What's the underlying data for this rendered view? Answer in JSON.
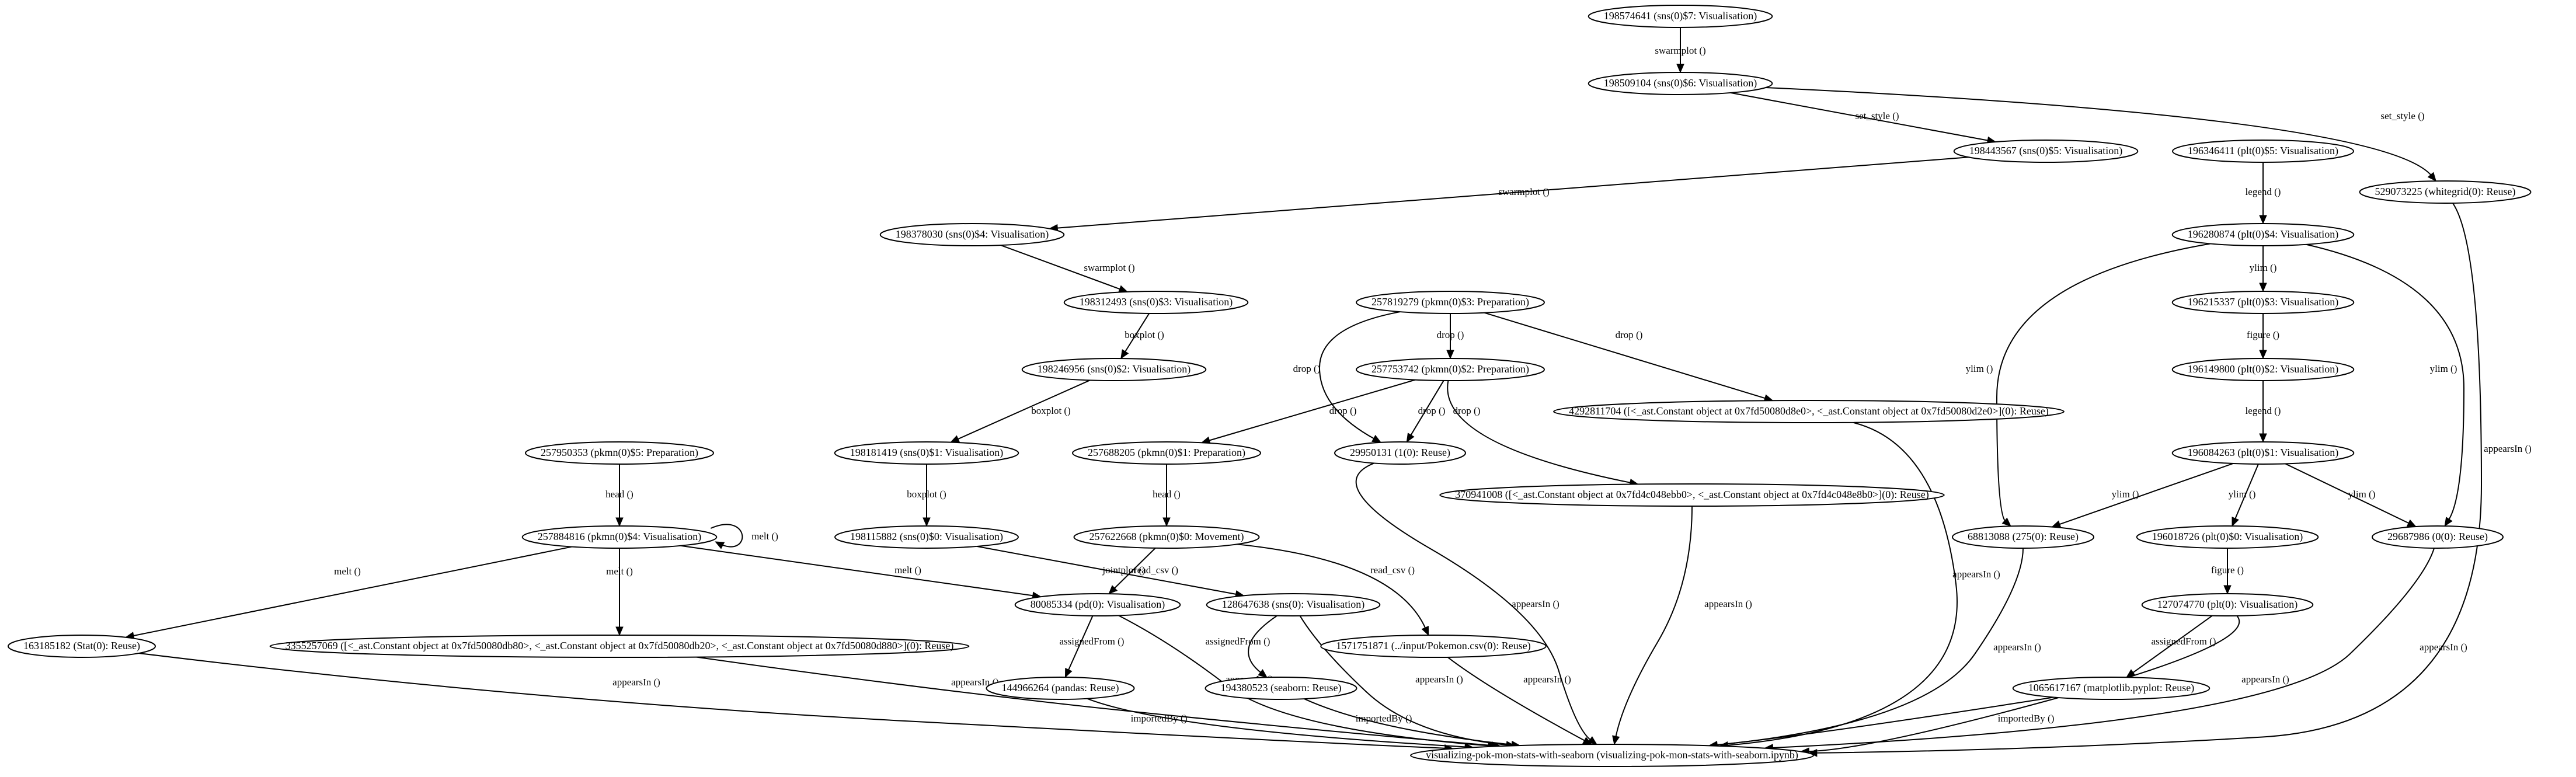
{
  "graph": {
    "nodes": [
      {
        "id": "n0",
        "label": "198574641 (sns(0)$7: Visualisation)"
      },
      {
        "id": "n1",
        "label": "198509104 (sns(0)$6: Visualisation)"
      },
      {
        "id": "n2",
        "label": "198443567 (sns(0)$5: Visualisation)"
      },
      {
        "id": "n3",
        "label": "196346411 (plt(0)$5: Visualisation)"
      },
      {
        "id": "n4",
        "label": "529073225 (whitegrid(0): Reuse)"
      },
      {
        "id": "n5",
        "label": "198378030 (sns(0)$4: Visualisation)"
      },
      {
        "id": "n6",
        "label": "196280874 (plt(0)$4: Visualisation)"
      },
      {
        "id": "n7",
        "label": "198312493 (sns(0)$3: Visualisation)"
      },
      {
        "id": "n8",
        "label": "257819279 (pkmn(0)$3: Preparation)"
      },
      {
        "id": "n9",
        "label": "196215337 (plt(0)$3: Visualisation)"
      },
      {
        "id": "n10",
        "label": "198246956 (sns(0)$2: Visualisation)"
      },
      {
        "id": "n11",
        "label": "257753742 (pkmn(0)$2: Preparation)"
      },
      {
        "id": "n12",
        "label": "196149800 (plt(0)$2: Visualisation)"
      },
      {
        "id": "n13",
        "label": "4292811704 ([<_ast.Constant object at 0x7fd50080d8e0>, <_ast.Constant object at 0x7fd50080d2e0>](0): Reuse)"
      },
      {
        "id": "n14",
        "label": "257950353 (pkmn(0)$5: Preparation)"
      },
      {
        "id": "n15",
        "label": "198181419 (sns(0)$1: Visualisation)"
      },
      {
        "id": "n16",
        "label": "257688205 (pkmn(0)$1: Preparation)"
      },
      {
        "id": "n17",
        "label": "29950131 (1(0): Reuse)"
      },
      {
        "id": "n18",
        "label": "196084263 (plt(0)$1: Visualisation)"
      },
      {
        "id": "n19",
        "label": "370941008 ([<_ast.Constant object at 0x7fd4c048ebb0>, <_ast.Constant object at 0x7fd4c048e8b0>](0): Reuse)"
      },
      {
        "id": "n20",
        "label": "257884816 (pkmn(0)$4: Visualisation)"
      },
      {
        "id": "n21",
        "label": "198115882 (sns(0)$0: Visualisation)"
      },
      {
        "id": "n22",
        "label": "257622668 (pkmn(0)$0: Movement)"
      },
      {
        "id": "n23",
        "label": "68813088 (275(0): Reuse)"
      },
      {
        "id": "n24",
        "label": "196018726 (plt(0)$0: Visualisation)"
      },
      {
        "id": "n25",
        "label": "29687986 (0(0): Reuse)"
      },
      {
        "id": "n26",
        "label": "80085334 (pd(0): Visualisation)"
      },
      {
        "id": "n27",
        "label": "128647638 (sns(0): Visualisation)"
      },
      {
        "id": "n28",
        "label": "127074770 (plt(0): Visualisation)"
      },
      {
        "id": "n29",
        "label": "163185182 (Stat(0): Reuse)"
      },
      {
        "id": "n30",
        "label": "3355257069 ([<_ast.Constant object at 0x7fd50080db80>, <_ast.Constant object at 0x7fd50080db20>, <_ast.Constant object at 0x7fd50080d880>](0): Reuse)"
      },
      {
        "id": "n31",
        "label": "1571751871 (../input/Pokemon.csv(0): Reuse)"
      },
      {
        "id": "n32",
        "label": "144966264 (pandas: Reuse)"
      },
      {
        "id": "n33",
        "label": "194380523 (seaborn: Reuse)"
      },
      {
        "id": "n34",
        "label": "1065617167 (matplotlib.pyplot: Reuse)"
      },
      {
        "id": "n35",
        "label": "visualizing-pok-mon-stats-with-seaborn (visualizing-pok-mon-stats-with-seaborn.ipynb)"
      }
    ],
    "edges": [
      {
        "id": "e0",
        "label": "swarmplot ()"
      },
      {
        "id": "e1",
        "label": "set_style ()"
      },
      {
        "id": "e2",
        "label": "set_style ()"
      },
      {
        "id": "e3",
        "label": "swarmplot ()"
      },
      {
        "id": "e4",
        "label": "legend ()"
      },
      {
        "id": "e5",
        "label": "appearsIn ()"
      },
      {
        "id": "e6",
        "label": "swarmplot ()"
      },
      {
        "id": "e7",
        "label": "ylim ()"
      },
      {
        "id": "e8",
        "label": "ylim ()"
      },
      {
        "id": "e9",
        "label": "ylim ()"
      },
      {
        "id": "e10",
        "label": "boxplot ()"
      },
      {
        "id": "e11",
        "label": "drop ()"
      },
      {
        "id": "e12",
        "label": "drop ()"
      },
      {
        "id": "e13",
        "label": "drop ()"
      },
      {
        "id": "e14",
        "label": "figure ()"
      },
      {
        "id": "e15",
        "label": "boxplot ()"
      },
      {
        "id": "e16",
        "label": "drop ()"
      },
      {
        "id": "e17",
        "label": "drop ()"
      },
      {
        "id": "e18",
        "label": "drop ()"
      },
      {
        "id": "e19",
        "label": "legend ()"
      },
      {
        "id": "e20",
        "label": "appearsIn ()"
      },
      {
        "id": "e21",
        "label": "head ()"
      },
      {
        "id": "e22",
        "label": "boxplot ()"
      },
      {
        "id": "e23",
        "label": "head ()"
      },
      {
        "id": "e24",
        "label": "appearsIn ()"
      },
      {
        "id": "e25",
        "label": "ylim ()"
      },
      {
        "id": "e26",
        "label": "ylim ()"
      },
      {
        "id": "e27",
        "label": "ylim ()"
      },
      {
        "id": "e28",
        "label": "appearsIn ()"
      },
      {
        "id": "e29",
        "label": "melt ()"
      },
      {
        "id": "e30",
        "label": "melt ()"
      },
      {
        "id": "e31",
        "label": "melt ()"
      },
      {
        "id": "e32",
        "label": "melt ()"
      },
      {
        "id": "e33",
        "label": "jointplot ()"
      },
      {
        "id": "e34",
        "label": "read_csv ()"
      },
      {
        "id": "e35",
        "label": "read_csv ()"
      },
      {
        "id": "e36",
        "label": "appearsIn ()"
      },
      {
        "id": "e37",
        "label": "figure ()"
      },
      {
        "id": "e38",
        "label": "appearsIn ()"
      },
      {
        "id": "e39",
        "label": "assignedFrom ()"
      },
      {
        "id": "e40",
        "label": "appearsIn ()"
      },
      {
        "id": "e41",
        "label": "assignedFrom ()"
      },
      {
        "id": "e42",
        "label": "appearsIn ()"
      },
      {
        "id": "e43",
        "label": "assignedFrom ()"
      },
      {
        "id": "e44",
        "label": "appearsIn ()"
      },
      {
        "id": "e45",
        "label": "appearsIn ()"
      },
      {
        "id": "e46",
        "label": "appearsIn ()"
      },
      {
        "id": "e47",
        "label": "appearsIn ()"
      },
      {
        "id": "e48",
        "label": "importedBy ()"
      },
      {
        "id": "e49",
        "label": "importedBy ()"
      },
      {
        "id": "e50",
        "label": "importedBy ()"
      }
    ]
  }
}
